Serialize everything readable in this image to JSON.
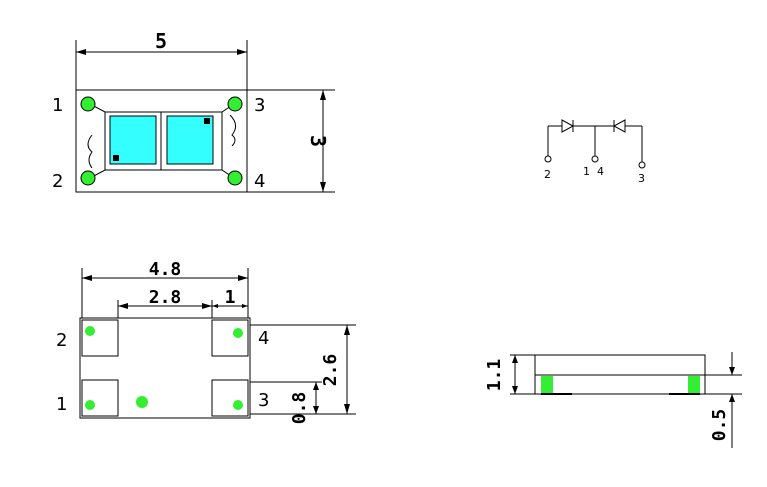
{
  "top_view": {
    "dim_width": "5",
    "dim_height": "3",
    "pins": [
      "1",
      "2",
      "3",
      "4"
    ]
  },
  "schematic": {
    "pins": [
      "2",
      "1",
      "4",
      "3"
    ]
  },
  "bottom_view": {
    "dim_width": "4.8",
    "dim_inner": "2.8",
    "dim_pad": "1",
    "dim_height": "2.6",
    "dim_pad_height": "0.8",
    "pins": [
      "2",
      "1",
      "4",
      "3"
    ]
  },
  "side_view": {
    "dim_total": "1.1",
    "dim_base": "0.5"
  },
  "colors": {
    "pad_green": "#33ee33",
    "chip_cyan": "#33ffff",
    "line": "#000000"
  }
}
